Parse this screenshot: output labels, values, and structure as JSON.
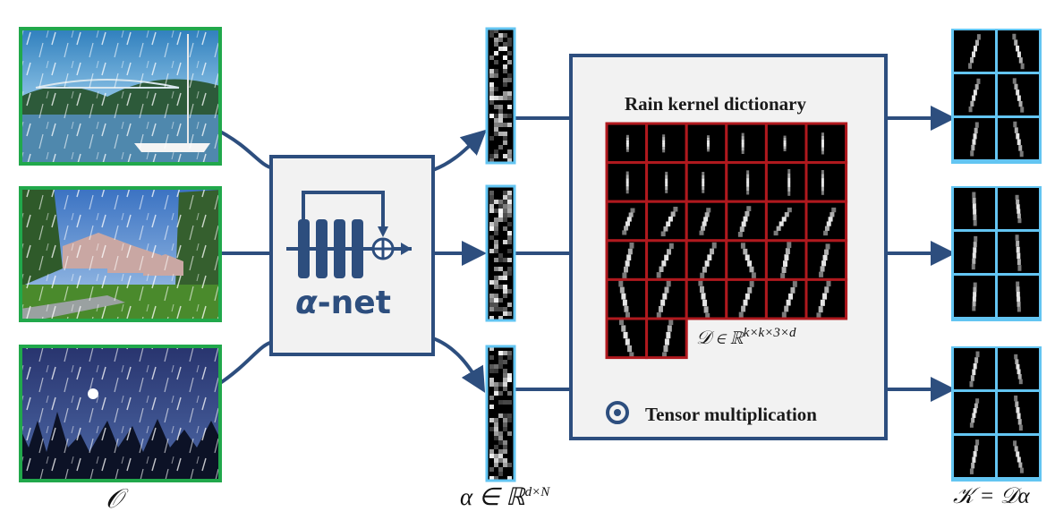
{
  "inputs": [
    {
      "scene": "harbor bridge and sailboat in rain"
    },
    {
      "scene": "houses and trees in rain"
    },
    {
      "scene": "night sky with moon and forest in rain"
    }
  ],
  "net": {
    "greek": "α",
    "suffix": "-net"
  },
  "dictionary": {
    "title": "Rain kernel dictionary",
    "math": {
      "prefix": "𝒟 ∈ ℝ",
      "exp": "k×k×3×d"
    },
    "legend": "Tensor multiplication"
  },
  "labels": {
    "input": "𝒪",
    "alpha": {
      "prefix": "α ∈ ℝ",
      "exp": "d×N"
    },
    "kernel": "𝒦 = 𝒟α"
  },
  "colors": {
    "accent": "#2d4e7e",
    "image_border": "#21a84b",
    "code_border": "#63c5f2",
    "dict_grid": "#b0191e",
    "panel_fill": "#f2f2f2"
  }
}
